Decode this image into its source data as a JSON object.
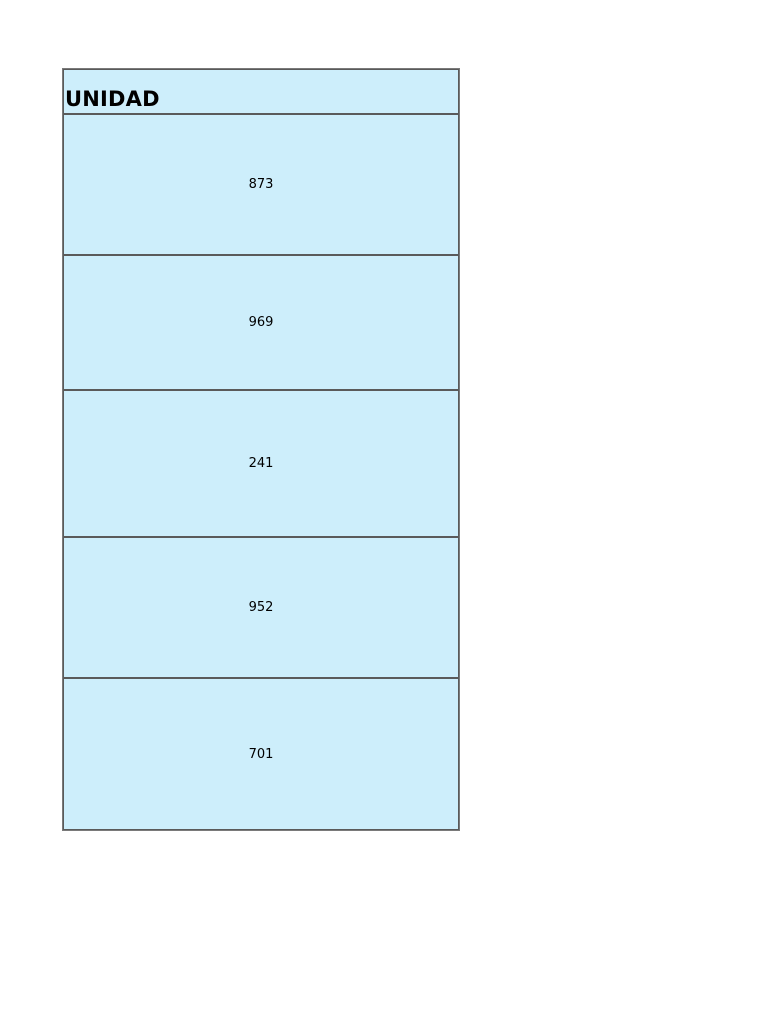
{
  "table": {
    "header": "UNIDAD",
    "rows": [
      "873",
      "969",
      "241",
      "952",
      "701"
    ]
  },
  "colors": {
    "cell_background": "#cdeefb",
    "border": "#5a5a5a",
    "page_background": "#ffffff"
  }
}
